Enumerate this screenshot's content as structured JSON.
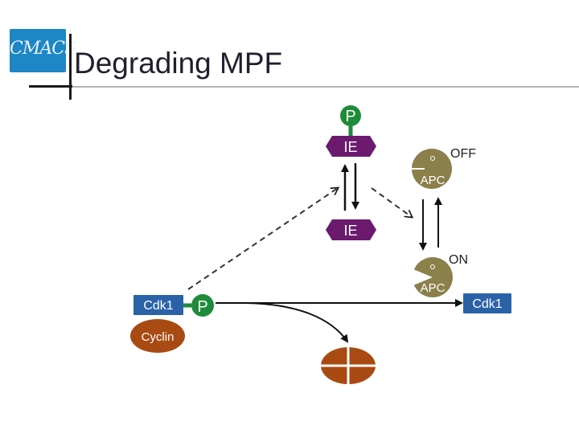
{
  "header": {
    "logo_text": "CMACS",
    "title": "Degrading MPF"
  },
  "diagram": {
    "ie_phospho_label": "P",
    "ie_top_label": "IE",
    "ie_bottom_label": "IE",
    "apc_off_label": "APC",
    "apc_off_state": "OFF",
    "apc_on_label": "APC",
    "apc_on_state": "ON",
    "cdk1_left_label": "Cdk1",
    "cdk1_phospho_label": "P",
    "cyclin_label": "Cyclin",
    "cdk1_right_label": "Cdk1"
  },
  "colors": {
    "ie_purple": "#6b1a6e",
    "phospho_green": "#1e8b3a",
    "apc_olive": "#8b7f4a",
    "cdk_blue": "#2a62a8",
    "cyclin_brown": "#a84a12"
  }
}
